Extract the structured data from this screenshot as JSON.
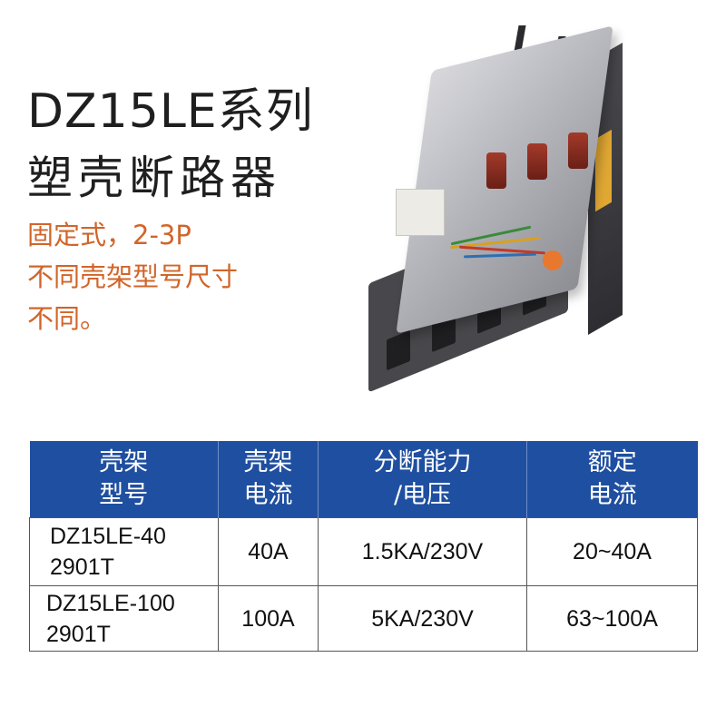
{
  "heading": {
    "title_line1": "DZ15LE系列",
    "title_line2": "塑壳断路器",
    "subtitle_lines": [
      "固定式，2-3P",
      "不同壳架型号尺寸",
      "不同。"
    ]
  },
  "product_image": {
    "description": "Transparent-cover molded case circuit breaker (DZ15LE series)"
  },
  "colors": {
    "title": "#1f1f1f",
    "subtitle": "#d1652a",
    "table_header_bg": "#1f4fa0",
    "table_header_text": "#ffffff",
    "table_border": "#555555"
  },
  "table": {
    "headers": [
      {
        "line1": "壳架",
        "line2": "型号"
      },
      {
        "line1": "壳架",
        "line2": "电流"
      },
      {
        "line1": "分断能力",
        "line2": "/电压"
      },
      {
        "line1": "额定",
        "line2": "电流"
      }
    ],
    "rows": [
      {
        "model_line1": "DZ15LE-40",
        "model_line2": "2901T",
        "frame_current": "40A",
        "breaking": "1.5KA/230V",
        "rated_current": "20~40A"
      },
      {
        "model_line1": "DZ15LE-100",
        "model_line2": "2901T",
        "frame_current": "100A",
        "breaking": "5KA/230V",
        "rated_current": "63~100A"
      }
    ]
  }
}
